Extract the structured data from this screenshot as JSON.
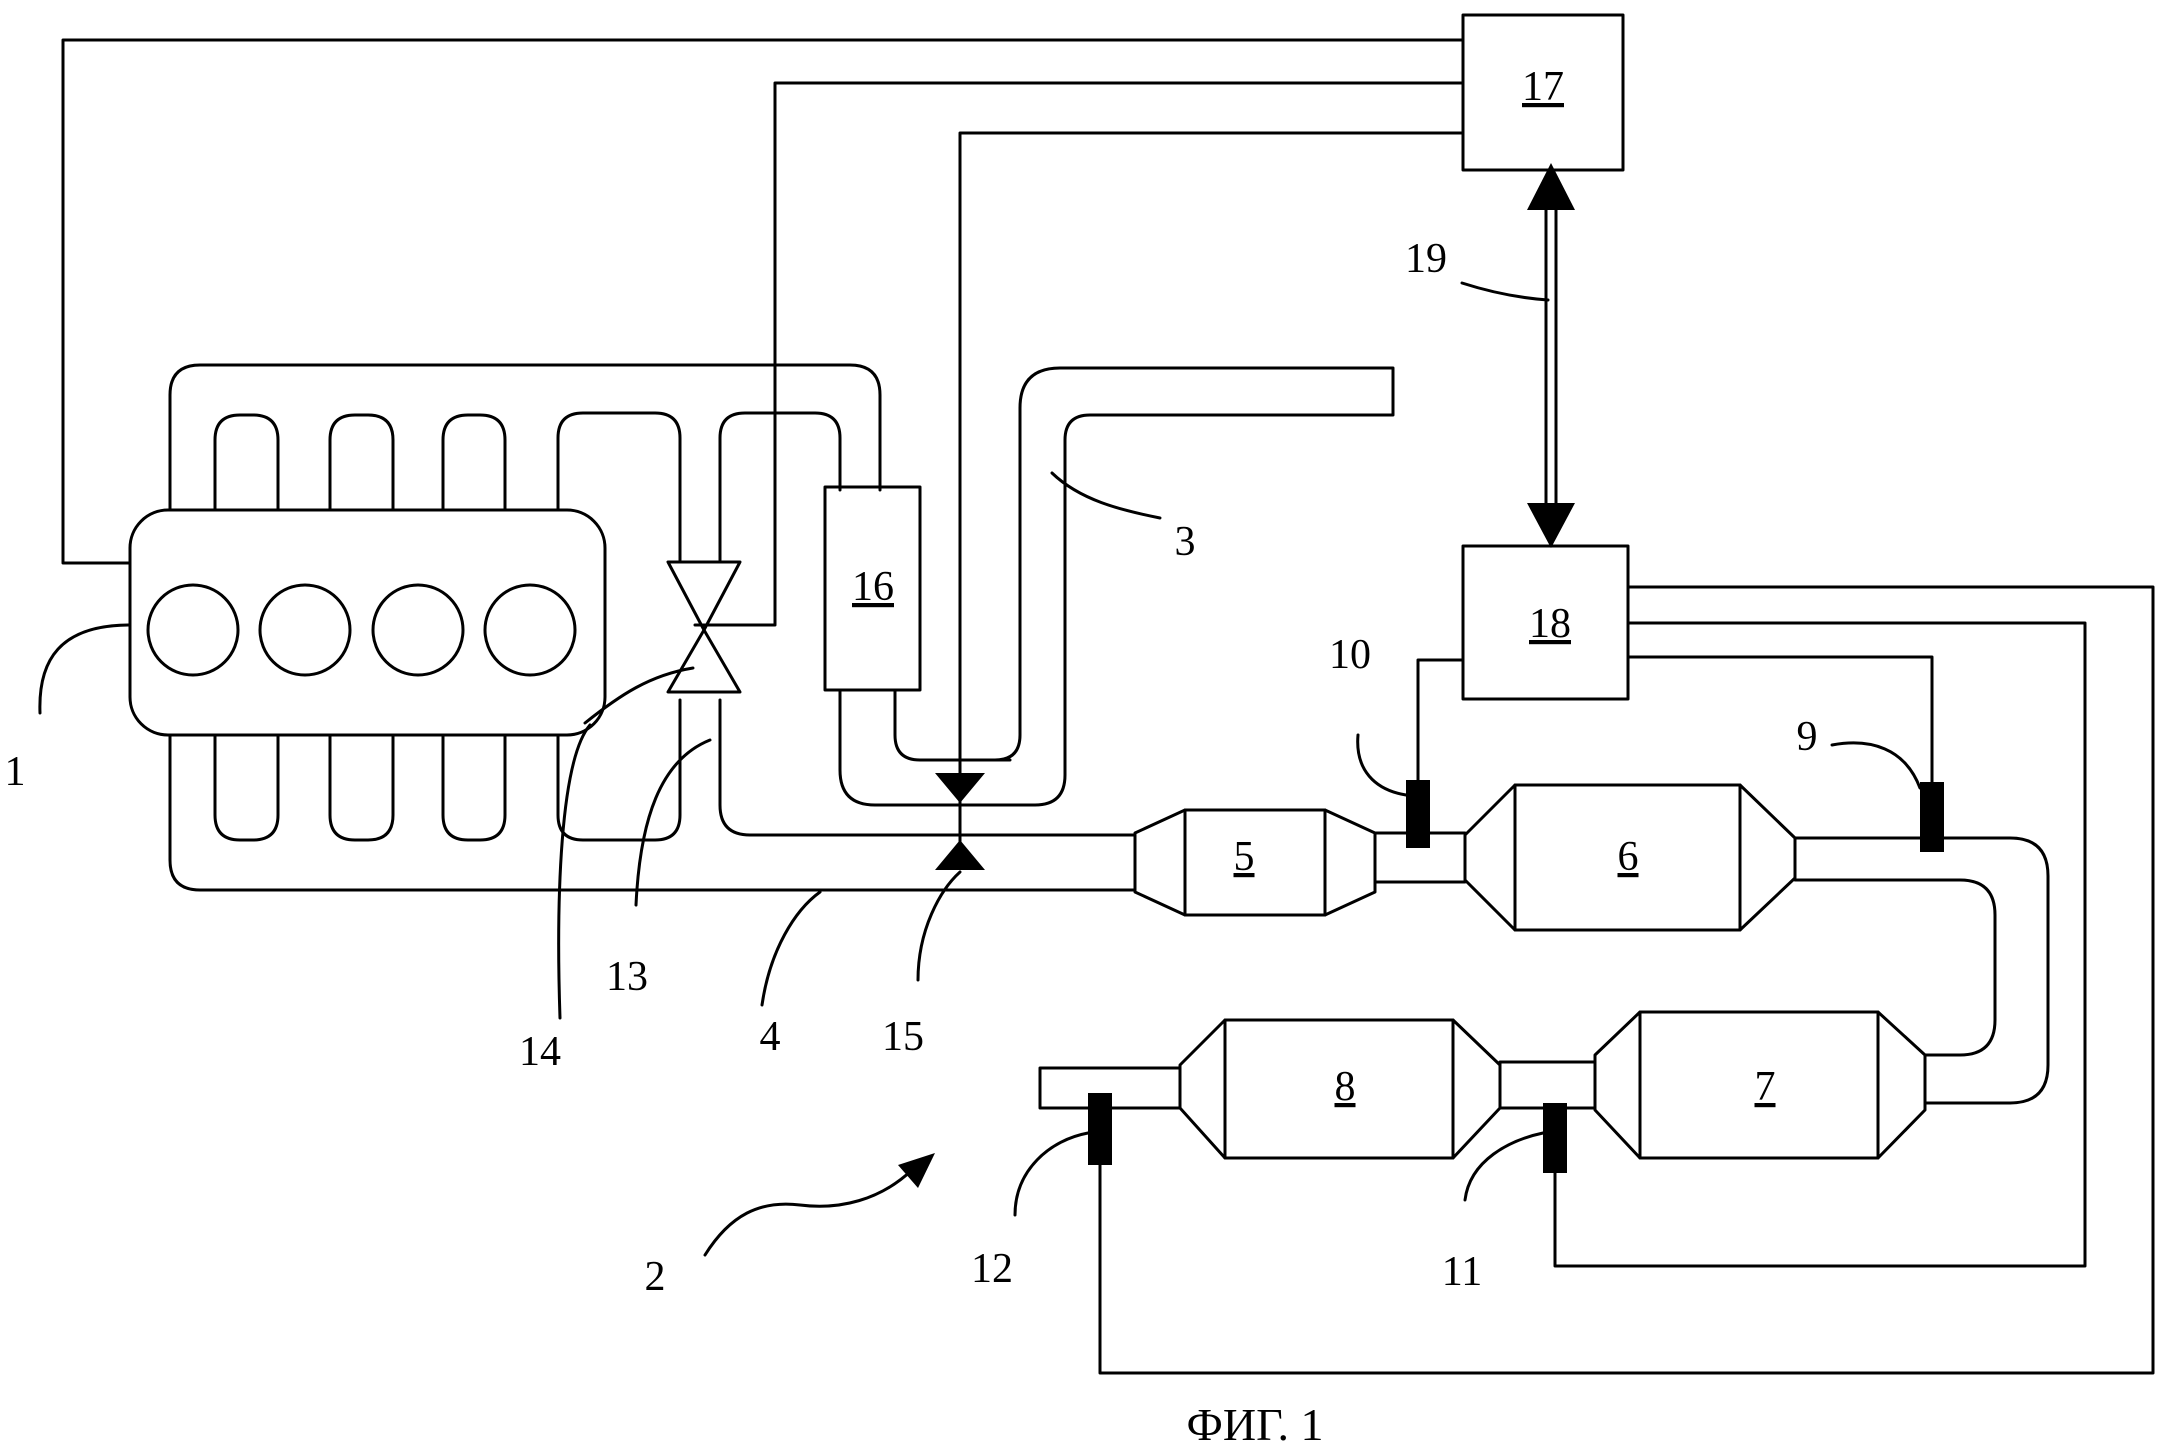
{
  "figure": {
    "caption": "ФИГ. 1",
    "colors": {
      "line": "#000000",
      "background": "#ffffff"
    }
  },
  "labels": {
    "engine": "1",
    "exhaust_system": "2",
    "intake_pipe": "3",
    "exhaust_pipe": "4",
    "unit5": "5",
    "unit6": "6",
    "unit7": "7",
    "unit8": "8",
    "sensor9": "9",
    "sensor10": "10",
    "sensor11": "11",
    "sensor12": "12",
    "egr_line": "13",
    "egr_valve": "14",
    "valve15": "15",
    "cooler16": "16",
    "controller17": "17",
    "controller18": "18",
    "link19": "19"
  }
}
